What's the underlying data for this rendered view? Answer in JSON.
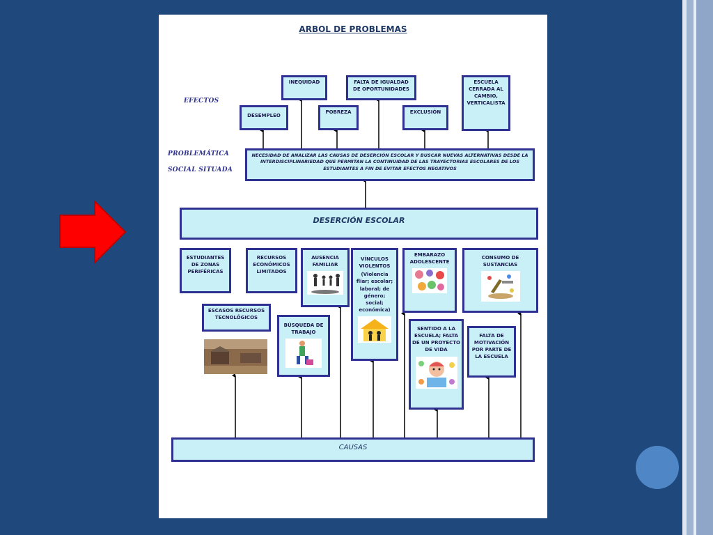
{
  "diagram": {
    "title": "ARBOL DE PROBLEMAS",
    "labels": {
      "efectos": "EFECTOS",
      "problematica_1": "PROBLEMÁTICA",
      "problematica_2": "SOCIAL SITUADA"
    },
    "effects": {
      "inequidad": "INEQUIDAD",
      "falta_igualdad": "FALTA DE IGUALDAD DE OPORTUNIDADES",
      "escuela_cerrada": "ESCUELA CERRADA AL CAMBIO, VERTICALISTA",
      "desempleo": "DESEMPLEO",
      "pobreza": "POBREZA",
      "exclusion": "EXCLUSIÓN"
    },
    "problem": "NECESIDAD DE ANALIZAR LAS CAUSAS DE DESERCIÓN ESCOLAR Y BUSCAR NUEVAS ALTERNATIVAS DESDE LA INTERDISCIPLINARIEDAD QUE PERMITAN LA CONTINUIDAD DE LAS TRAYECTORIAS ESCOLARES DE LOS ESTUDIANTES A FIN DE EVITAR EFECTOS NEGATIVOS",
    "core": "DESERCIÓN ESCOLAR",
    "causes": {
      "zonas_perifericas": "ESTUDIANTES DE ZONAS PERIFÉRICAS",
      "recursos_economicos": "RECURSOS ECONÓMICOS LIMITADOS",
      "ausencia_familiar": "AUSENCIA FAMILIAR",
      "vinculos_violentos": "VÍNCULOS VIOLENTOS",
      "vinculos_detalle": "(Violencia fliar; escolar; laboral; de género; social; económica)",
      "embarazo": "EMBARAZO ADOLESCENTE",
      "consumo": "CONSUMO DE SUSTANCIAS",
      "recursos_tecnologicos": "ESCASOS RECURSOS TECNOLÓGICOS",
      "busqueda_trabajo": "BÚSQUEDA DE TRABAJO",
      "sentido_escuela": "SENTIDO A LA ESCUELA; FALTA DE UN PROYECTO DE VIDA",
      "falta_motivacion": "FALTA DE MOTIVACIÓN POR PARTE DE LA ESCUELA"
    },
    "causas_label": "CAUSAS"
  },
  "colors": {
    "background": "#1f497d",
    "box_fill": "#c9f0f6",
    "box_border": "#2e3192",
    "arrow_red": "#ff0000",
    "circle": "#4f86c6"
  }
}
